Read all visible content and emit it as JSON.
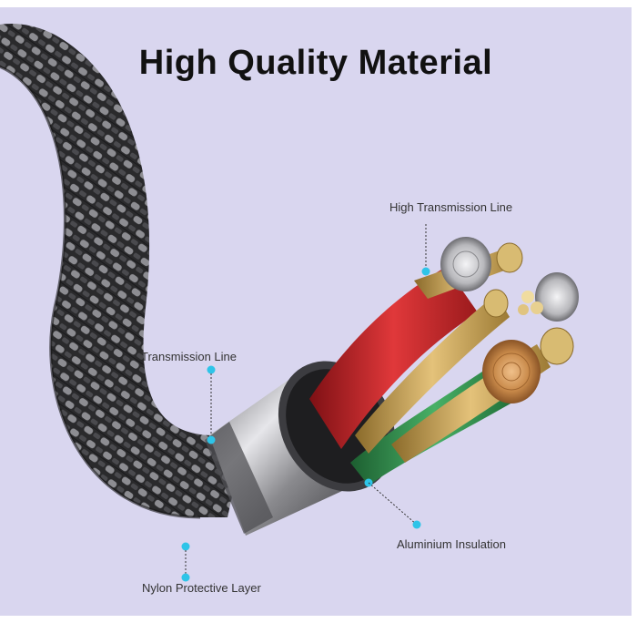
{
  "title": "High Quality Material",
  "labels": {
    "high_transmission_line": "High Transmission Line",
    "transmission_line": "Transmission Line",
    "aluminium_insulation": "Aluminium Insulation",
    "nylon_protective_layer": "Nylon Protective Layer"
  },
  "colors": {
    "background": "#d9d6ef",
    "callout_dot": "#2ec4e8",
    "braid_dark": "#2a2a2c",
    "braid_light": "#9a9a9e",
    "wire_red": "#c8262a",
    "wire_green": "#2e8c4a",
    "wire_gold": "#c9a352",
    "copper": "#c98a4a"
  }
}
